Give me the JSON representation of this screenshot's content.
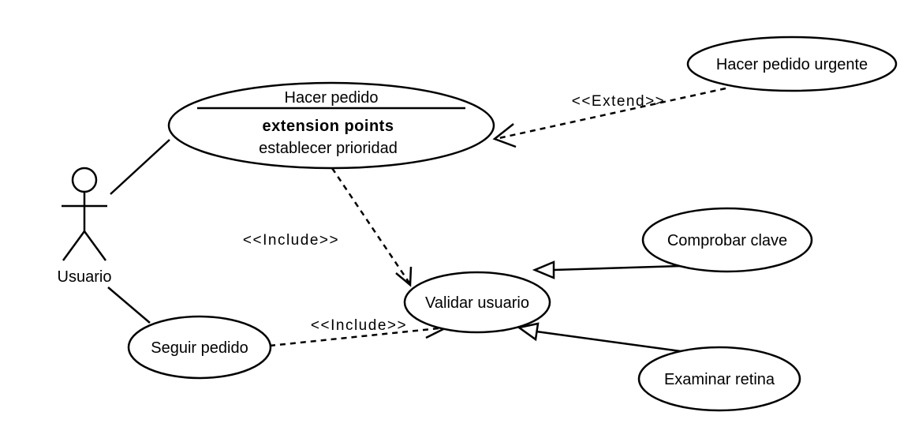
{
  "actor": {
    "name": "Usuario"
  },
  "use_cases": {
    "hacer_pedido": {
      "name": "Hacer pedido",
      "extension_points_heading": "extension points",
      "extension_point": "establecer prioridad"
    },
    "hacer_pedido_urgente": {
      "name": "Hacer pedido urgente"
    },
    "validar_usuario": {
      "name": "Validar usuario"
    },
    "seguir_pedido": {
      "name": "Seguir pedido"
    },
    "comprobar_clave": {
      "name": "Comprobar clave"
    },
    "examinar_retina": {
      "name": "Examinar retina"
    }
  },
  "relationships": {
    "extend_label": "<<Extend>>",
    "include_label_1": "<<Include>>",
    "include_label_2": "<<Include>>"
  }
}
